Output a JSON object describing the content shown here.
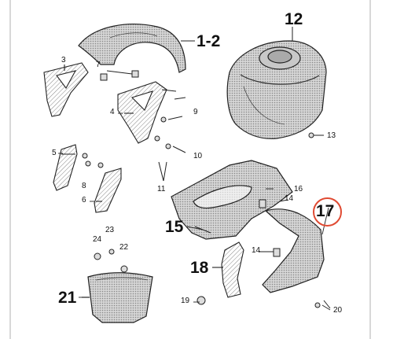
{
  "callouts": {
    "c1_2": "1-2",
    "c3": "3",
    "c4": "4",
    "c5": "5",
    "c6": "6",
    "c7": "7",
    "c8": "8",
    "c9": "9",
    "c10": "10",
    "c11": "11",
    "c12": "12",
    "c13": "13",
    "c14a": "14",
    "c14b": "14",
    "c15": "15",
    "c16": "16",
    "c17": "17",
    "c18": "18",
    "c19": "19",
    "c20": "20",
    "c21": "21",
    "c22": "22",
    "c23": "23",
    "c24": "24"
  },
  "colors": {
    "line": "#222222",
    "hatch": "#555555",
    "highlight": "#e04a32",
    "frame": "#d8d8d8"
  }
}
